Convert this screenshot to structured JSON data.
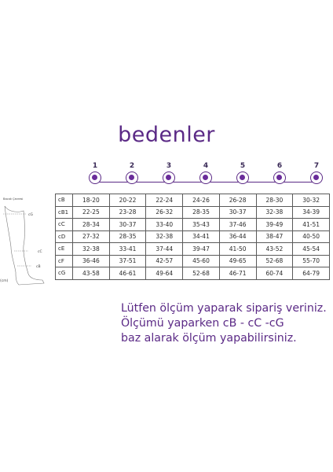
{
  "title": "bedenler",
  "sizes": [
    "1",
    "2",
    "3",
    "4",
    "5",
    "6",
    "7"
  ],
  "leg": {
    "label": "Bacak Çevresi",
    "unit": "(cm)",
    "marks": [
      "cG",
      "cC",
      "cB"
    ]
  },
  "table": {
    "rows": [
      {
        "label": "cB",
        "values": [
          "18-20",
          "20-22",
          "22-24",
          "24-26",
          "26-28",
          "28-30",
          "30-32"
        ]
      },
      {
        "label": "cB1",
        "values": [
          "22-25",
          "23-28",
          "26-32",
          "28-35",
          "30-37",
          "32-38",
          "34-39"
        ]
      },
      {
        "label": "cC",
        "values": [
          "28-34",
          "30-37",
          "33-40",
          "35-43",
          "37-46",
          "39-49",
          "41-51"
        ]
      },
      {
        "label": "cD",
        "values": [
          "27-32",
          "28-35",
          "32-38",
          "34-41",
          "36-44",
          "38-47",
          "40-50"
        ]
      },
      {
        "label": "cE",
        "values": [
          "32-38",
          "33-41",
          "37-44",
          "39-47",
          "41-50",
          "43-52",
          "45-54"
        ]
      },
      {
        "label": "cF",
        "values": [
          "36-46",
          "37-51",
          "42-57",
          "45-60",
          "49-65",
          "52-68",
          "55-70"
        ]
      },
      {
        "label": "cG",
        "values": [
          "43-58",
          "46-61",
          "49-64",
          "52-68",
          "46-71",
          "60-74",
          "64-79"
        ]
      }
    ]
  },
  "note": [
    "Lütfen ölçüm yaparak sipariş veriniz.",
    "Ölçümü yaparken cB - cC -cG",
    "baz alarak ölçüm yapabilirsiniz."
  ],
  "colors": {
    "accent": "#5b2a86",
    "dot": "#6a2c9a"
  }
}
